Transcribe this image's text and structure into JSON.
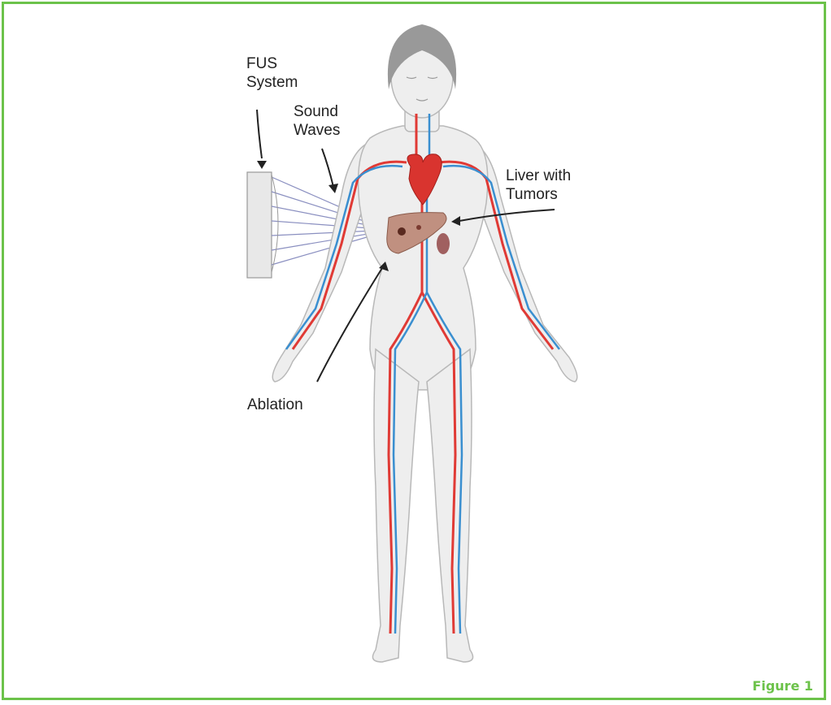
{
  "labels": {
    "fus_line1": "FUS",
    "fus_line2": "System",
    "sound_line1": "Sound",
    "sound_line2": "Waves",
    "liver_line1": "Liver with",
    "liver_line2": "Tumors",
    "ablation": "Ablation"
  },
  "caption": "Figure 1",
  "colors": {
    "border": "#6cc24a",
    "artery": "#e03a35",
    "vein": "#3a8fd0",
    "body": "#eeeeee",
    "liver": "#b88a7a"
  }
}
